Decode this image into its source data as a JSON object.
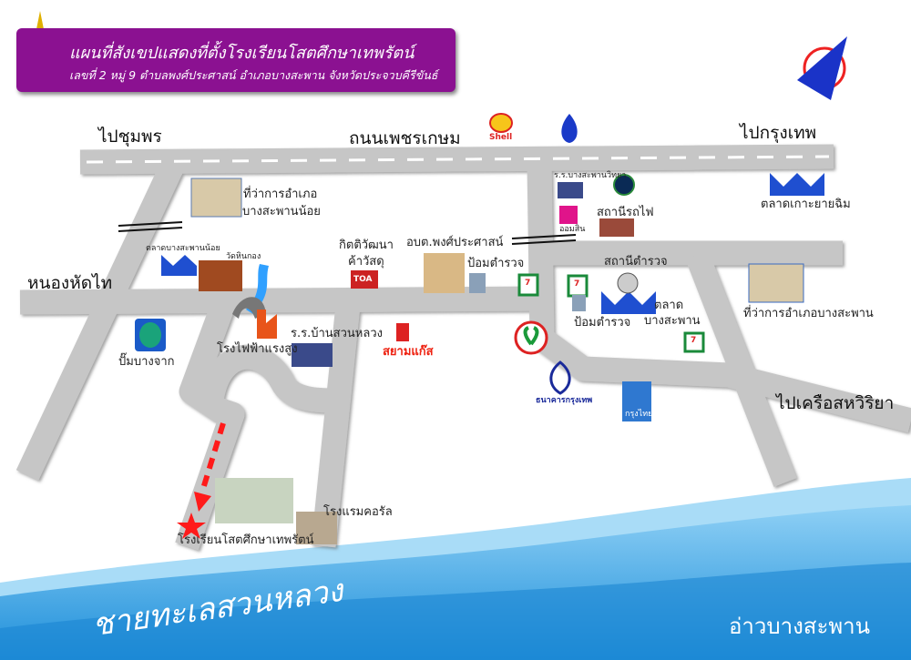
{
  "header": {
    "title": "แผนที่สังเขปแสดงที่ตั้งโรงเรียนโสตศึกษาเทพรัตน์",
    "address": "เลขที่ 2 หมู่ 9 ตำบลพงศ์ประศาสน์ อำเภอบางสะพาน จังหวัดประจวบคีรีขันธ์"
  },
  "roads": {
    "to_chumphon": "ไปชุมพร",
    "phetkasem": "ถนนเพชรเกษม",
    "to_bangkok": "ไปกรุงเทพ",
    "nong_hat_thai": "หนองหัดไท",
    "to_sahaviriya": "ไปเครือสหวิริยา"
  },
  "places": {
    "district_office_noi": [
      "ที่ว่าการอำเภอ",
      "บางสะพานน้อย"
    ],
    "market_noi": "ตลาดบางสะพานน้อย",
    "wat": "วัดหินกอง",
    "kit": [
      "กิตติวัฒนา",
      "ค้าวัสดุ"
    ],
    "toa": "TOA",
    "obt": "อบต.พงศ์ประศาสน์",
    "police_box1": "ป้อมตำรวจ",
    "school_wit": "ร.ร.บางสะพานวิทยา",
    "gsb": "ออมสิน",
    "train": "สถานีรถไฟ",
    "market_koh": "ตลาดเกาะยายฉิม",
    "police_station": "สถานีตำรวจ",
    "police_box2": "ป้อมตำรวจ",
    "market_bs": [
      "ตลาด",
      "บางสะพาน"
    ],
    "district_office": "ที่ว่าการอำเภอบางสะพาน",
    "seven": "7",
    "pump": "ปั๊มบางจาก",
    "power": "โรงไฟฟ้าแรงสูง",
    "school_suan": "ร.ร.บ้านสวนหลวง",
    "siam_gas": "สยามแก๊ส",
    "bbl": "ธนาคารกรุงเทพ",
    "ktb": "กรุงไทย",
    "shell": "Shell",
    "hotel": "โรงแรมคอรัล",
    "school": "โรงเรียนโสตศึกษาเทพรัตน์"
  },
  "sea": {
    "beach": "ชายทะเลสวนหลวง",
    "bay": "อ่าวบางสะพาน"
  },
  "colors": {
    "road": "#c6c6c6",
    "banner": "#8b1191",
    "market": "#1f4fd0",
    "sea": "#2a9de0",
    "arrow": "#ff1a1a"
  }
}
